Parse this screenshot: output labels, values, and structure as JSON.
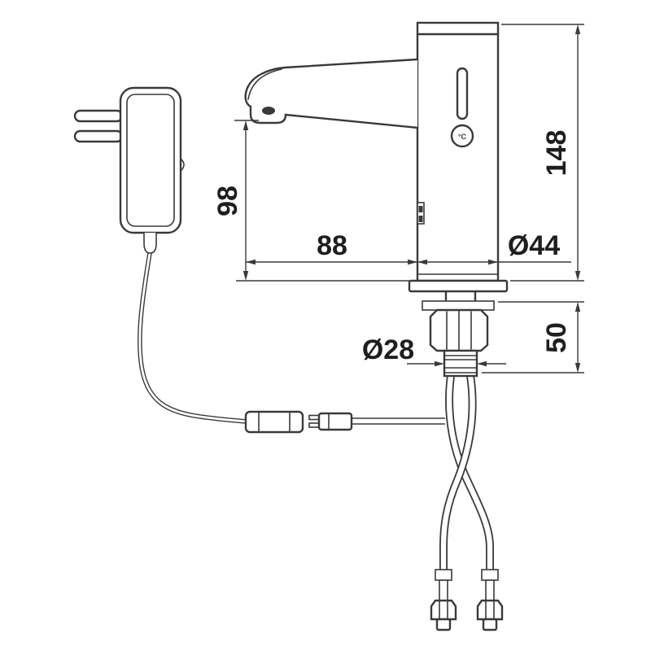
{
  "drawing": {
    "background": "#ffffff",
    "line_color": "#3a3a3a",
    "text_color": "#1e1e1e"
  },
  "dimensions": {
    "total_height": "148",
    "outlet_height": "98",
    "spout_reach": "88",
    "body_diameter": "Ø44",
    "shank_diameter": "Ø28",
    "shank_length": "50"
  },
  "markings": {
    "temperature": "°C"
  }
}
